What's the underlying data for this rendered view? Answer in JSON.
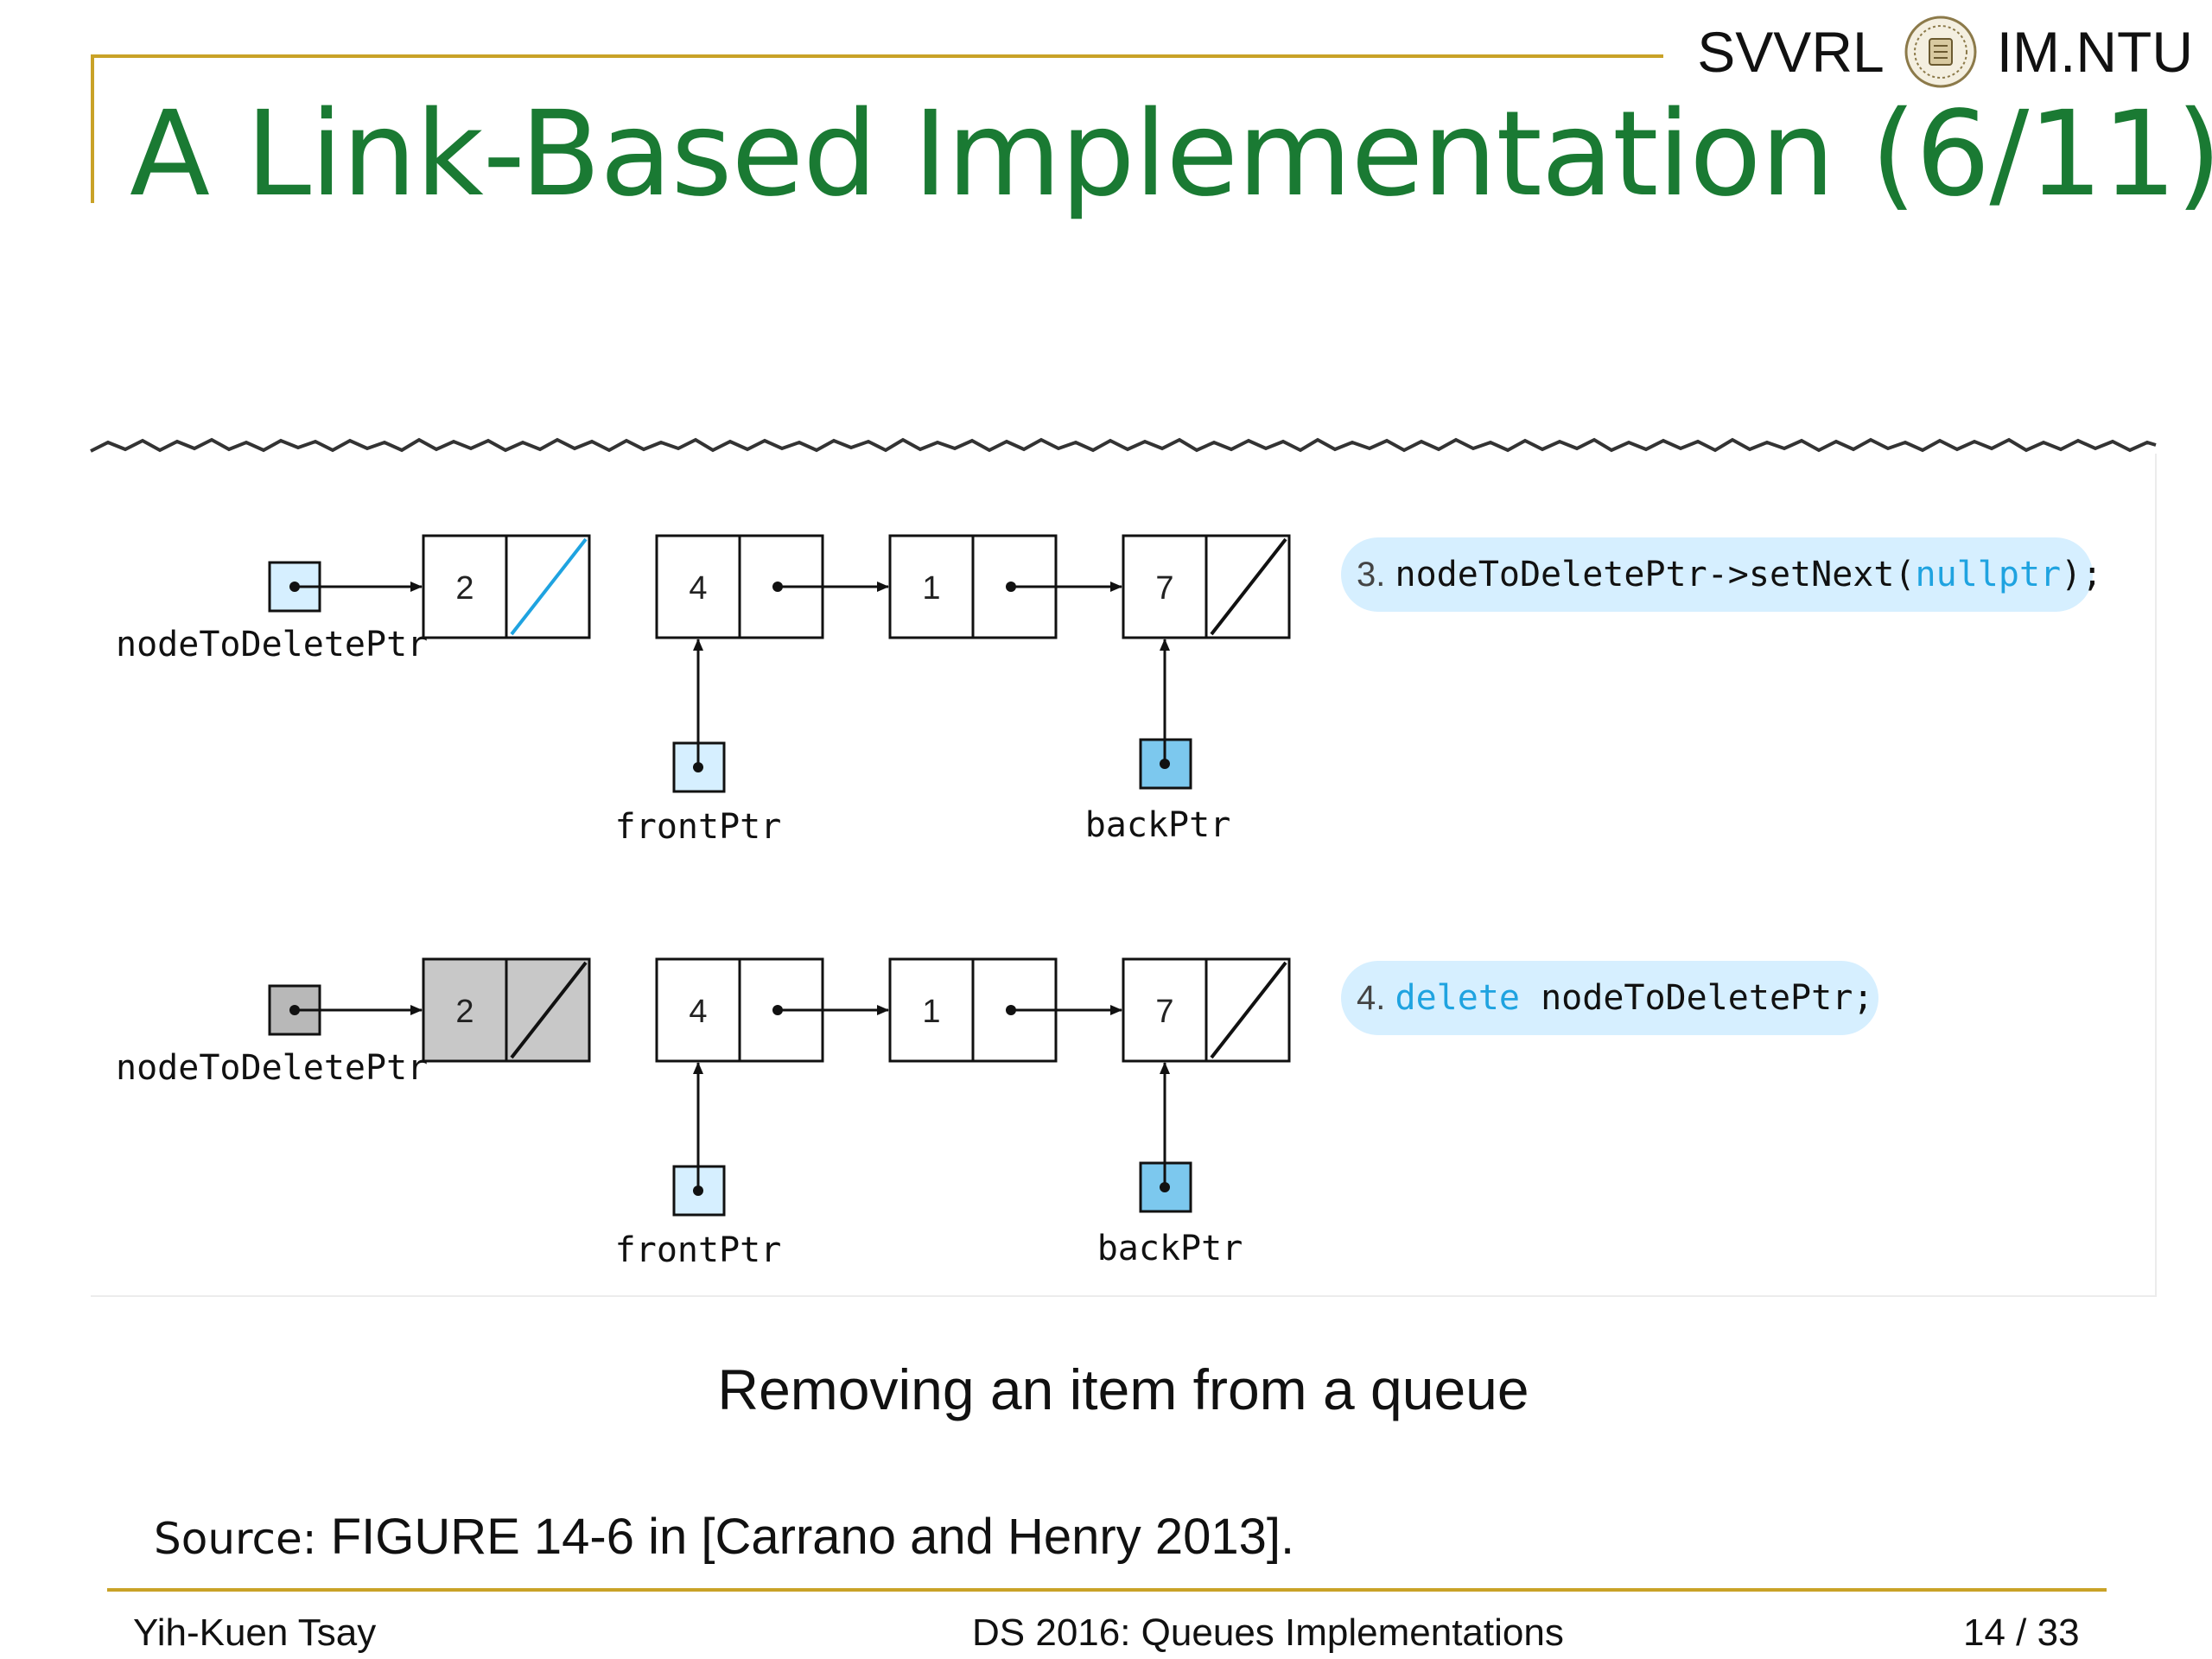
{
  "header": {
    "left_text": "SVVRL",
    "right_text": "IM.NTU",
    "seal_icon": "university-seal-icon"
  },
  "title": "A Link-Based Implementation (6/11)",
  "figure": {
    "steps": [
      {
        "pointer_label": "nodeToDeletePtr",
        "deleted": false,
        "nodes": [
          "2",
          "4",
          "1",
          "7"
        ],
        "front_label": "frontPtr",
        "back_label": "backPtr",
        "code_number": "3.",
        "code_text": "nodeToDeletePtr->setNext(",
        "code_keyword": "nullptr",
        "code_tail": ");"
      },
      {
        "pointer_label": "nodeToDeletePtr",
        "deleted": true,
        "nodes": [
          "2",
          "4",
          "1",
          "7"
        ],
        "front_label": "frontPtr",
        "back_label": "backPtr",
        "code_number": "4.",
        "code_keyword": "delete",
        "code_text": " nodeToDeletePtr;"
      }
    ],
    "colors": {
      "pointer_fill_light": "#d6efff",
      "pointer_fill_dark": "#7cc8ee",
      "highlight_line": "#1fa3e0",
      "code_bubble": "#d6efff",
      "code_keyword": "#1fa3e0",
      "deleted_fill": "#c8c8c8"
    }
  },
  "caption": "Removing an item from a queue",
  "source": {
    "label": "Source:",
    "text": " FIGURE 14-6 in [Carrano and Henry 2013]."
  },
  "footer": {
    "author": "Yih-Kuen Tsay",
    "course": "DS 2016: Queues Implementations",
    "page": "14 / 33"
  },
  "colors": {
    "title": "#1a7a33",
    "rule": "#c9a227"
  }
}
